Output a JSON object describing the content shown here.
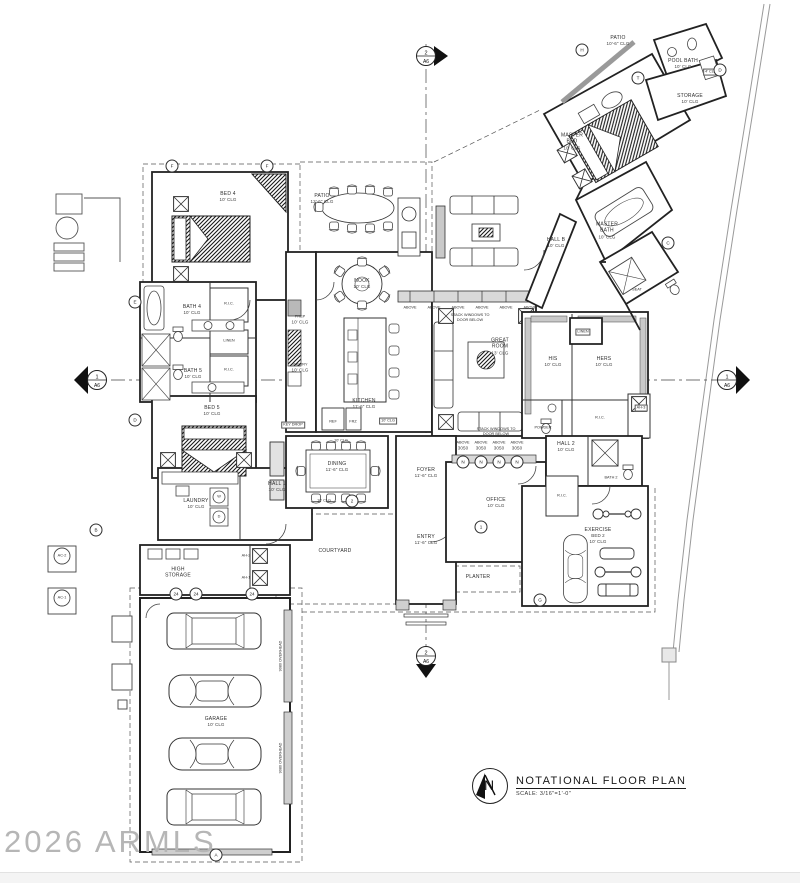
{
  "watermark": "2026 ARMLS",
  "title_block": {
    "north_letter": "N",
    "title": "NOTATIONAL FLOOR PLAN",
    "scale": "SCALE: 3/16\"=1'-0\""
  },
  "sections": {
    "h": {
      "num": "1",
      "sheet": "A6"
    },
    "v": {
      "num": "2",
      "sheet": "A6"
    }
  },
  "rooms": {
    "patio_ne": {
      "name": "PATIO",
      "clg": "10'-6\" CLG"
    },
    "pool_bath": {
      "name": "POOL BATH",
      "clg": "10' CLG"
    },
    "storage_ne": {
      "name": "STORAGE",
      "clg": "10' CLG"
    },
    "master_bed": {
      "name": "MASTER BED",
      "clg": "10' CLG"
    },
    "master_bath": {
      "name": "MASTER BATH",
      "clg": "10' CLG"
    },
    "hall_b": {
      "name": "HALL B",
      "clg": "10' CLG"
    },
    "bed4": {
      "name": "BED 4",
      "clg": "10' CLG"
    },
    "bath4": {
      "name": "BATH 4",
      "clg": "10' CLG"
    },
    "bath5": {
      "name": "BATH 5",
      "clg": "10' CLG"
    },
    "bed5": {
      "name": "BED 5",
      "clg": "10' CLG"
    },
    "prep": {
      "name": "PREP",
      "clg": "10' CLG"
    },
    "pantry": {
      "name": "PANTRY",
      "clg": "10' CLG"
    },
    "nook": {
      "name": "NOOK",
      "clg": "10' CLG"
    },
    "kitchen": {
      "name": "KITCHEN",
      "clg": "11'-6\" CLG"
    },
    "patio_c": {
      "name": "PATIO",
      "clg": "12'-6\" CLG"
    },
    "great_room": {
      "name": "GREAT ROOM",
      "clg": "13' CLG"
    },
    "his": {
      "name": "HIS",
      "clg": "10' CLG"
    },
    "hers": {
      "name": "HERS",
      "clg": "10' CLG"
    },
    "dining": {
      "name": "DINING",
      "clg": "11'-6\" CLG"
    },
    "foyer": {
      "name": "FOYER",
      "clg": "11'-6\" CLG"
    },
    "entry": {
      "name": "ENTRY",
      "clg": "11'-6\" CLG"
    },
    "courtyard": {
      "name": "COURTYARD"
    },
    "office": {
      "name": "OFFICE",
      "clg": "10' CLG"
    },
    "hall2": {
      "name": "HALL 2",
      "clg": "10' CLG"
    },
    "bath2": {
      "name": "BATH 2"
    },
    "exercise": {
      "name": "EXERCISE",
      "sub": "BED 2",
      "clg": "10' CLG"
    },
    "planter": {
      "name": "PLANTER"
    },
    "hall1": {
      "name": "HALL 1",
      "clg": "10' CLG"
    },
    "laundry": {
      "name": "LAUNDRY",
      "clg": "10' CLG"
    },
    "high_storage": {
      "name": "HIGH STORAGE"
    },
    "garage": {
      "name": "GARAGE",
      "clg": "10' CLG"
    },
    "powder": {
      "name": "POWDER"
    },
    "key_drop": {
      "name": "KEY DROP"
    },
    "seat": {
      "name": "SEAT"
    },
    "linen": {
      "name": "LINEN"
    },
    "ric": {
      "name": "R.I.C."
    }
  },
  "labels": {
    "stack_windows": "STACK WINDOWS TO DOOR BELOW",
    "above": "ABOVE",
    "win_size": "3050",
    "overhead": "9080 OVERHEAD",
    "ref": "REF",
    "frz": "FRZ",
    "washer": "W",
    "dryer": "D",
    "ah1": "AH-1",
    "ah2": "AH-2",
    "ah3": "AH-3",
    "ac1": "AC-1",
    "ac2": "AC-2",
    "clg10": "10' CLG",
    "clg4": "4' CLG"
  },
  "callouts": {
    "a": "A",
    "b": "B",
    "c": "C",
    "d": "D",
    "e": "E",
    "f": "F",
    "g": "G",
    "h": "H",
    "t": "T",
    "n": "N",
    "num1": "1",
    "num2": "2",
    "num24": "24"
  }
}
